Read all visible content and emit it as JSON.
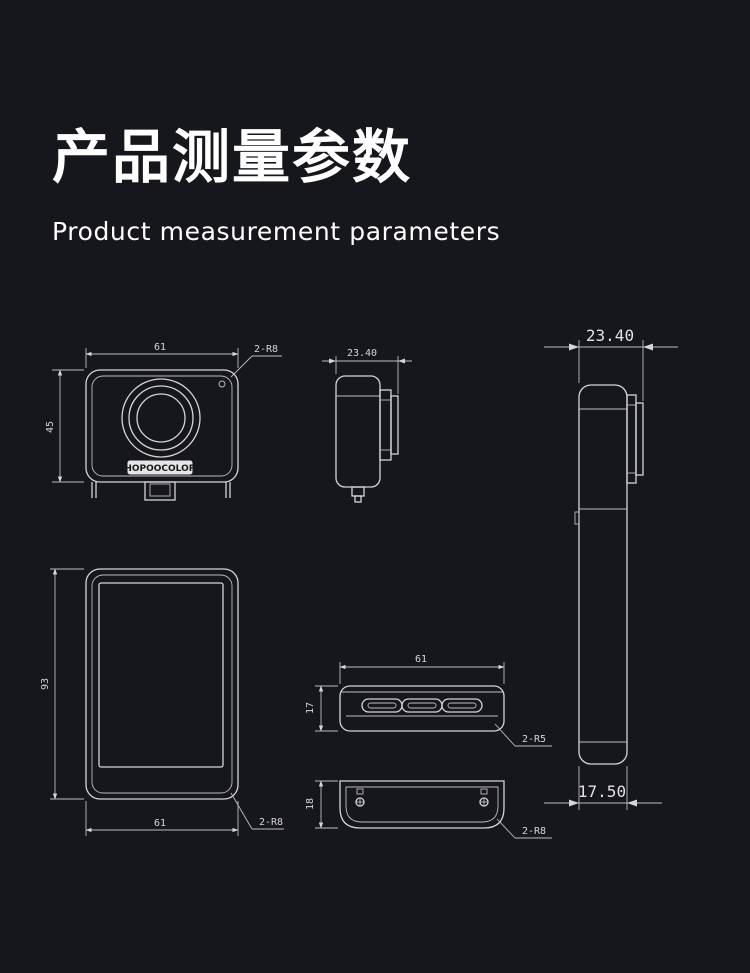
{
  "heading": {
    "title_cn": "产品测量参数",
    "title_en": "Product measurement parameters"
  },
  "drawings": {
    "front": {
      "width": "61",
      "height": "45",
      "radius": "2-R8",
      "brand": "HOPOOCOLOR"
    },
    "side_small": {
      "depth": "23.40"
    },
    "back": {
      "height": "93",
      "width": "61",
      "radius": "2-R8"
    },
    "bottom_top": {
      "width": "61",
      "height": "17",
      "radius": "2-R5"
    },
    "bottom_lower": {
      "height": "18",
      "radius": "2-R8"
    },
    "side_large": {
      "depth": "23.40",
      "thickness": "17.50"
    }
  },
  "colors": {
    "background": "#16161d",
    "line": "#d6d6d6"
  }
}
